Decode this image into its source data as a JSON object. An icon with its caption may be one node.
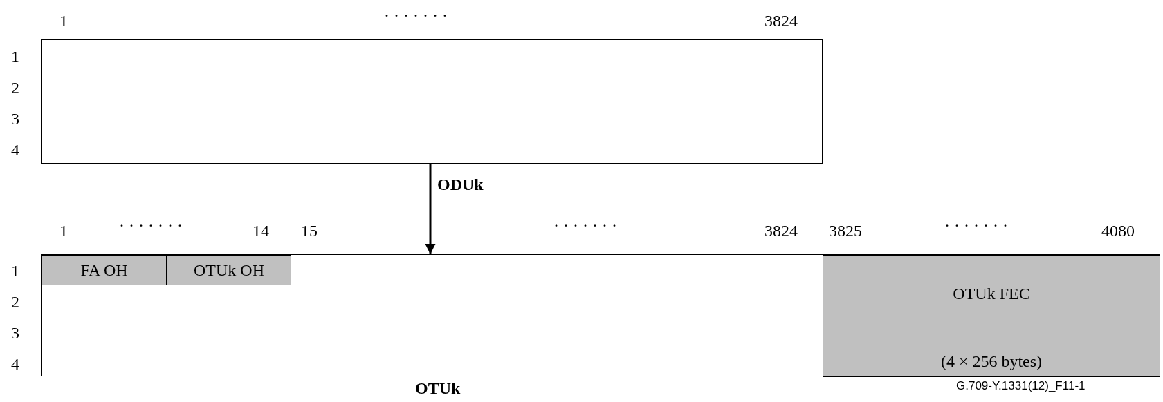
{
  "diagram": {
    "nodes": [
      {
        "text": [],
        "shape": "box"
      },
      {
        "text": [
          "OTUk"
        ]
      },
      {
        "text": [
          "FA OH"
        ],
        "in": 1
      },
      {
        "text": [
          "OTUk OH"
        ],
        "in": 1
      },
      {
        "text": [
          "OTUk FEC",
          "(4 × 256 bytes)"
        ],
        "in": 1
      }
    ],
    "edges": [
      {
        "from": 0,
        "to": 1,
        "arrow": "to",
        "label": "ODUk"
      }
    ],
    "labels": [
      "1",
      "· · · · · · ·",
      "3824",
      "1",
      "2",
      "3",
      "4",
      "1",
      "· · · · · · ·",
      "14",
      "15",
      "· · · · · · ·",
      "3824",
      "3825",
      "· · · · · · ·",
      "4080",
      "1",
      "2",
      "3",
      "4",
      "G.709-Y.1331(12)_F11-1"
    ]
  }
}
